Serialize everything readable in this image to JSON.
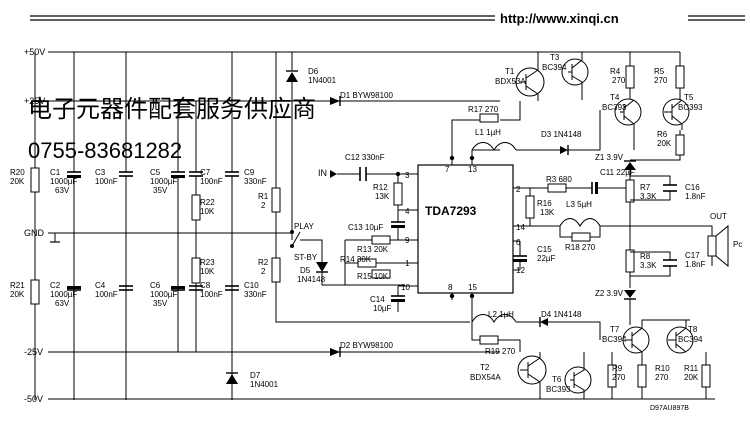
{
  "url_banner": "http://www.xinqi.cn",
  "watermark": {
    "line1": "电子元器件配套服务供应商",
    "line2": "0755-83681282"
  },
  "footer_code": "D97AU897B",
  "rails": {
    "p50": "+50V",
    "p25": "+25V",
    "gnd": "GND",
    "m25": "-25V",
    "m50": "-50V"
  },
  "ic": {
    "name": "TDA7293",
    "pins": [
      "3",
      "4",
      "9",
      "1",
      "10",
      "7",
      "13",
      "2",
      "14",
      "6",
      "12",
      "8",
      "15"
    ]
  },
  "inputs": {
    "in_label": "IN",
    "out_label": "OUT",
    "load_label": "Pc"
  },
  "switch": {
    "play": "PLAY",
    "standby": "ST-BY"
  },
  "components": {
    "R20": [
      "R20",
      "20K"
    ],
    "C1": [
      "C1",
      "1000µF",
      "63V"
    ],
    "C3": [
      "C3",
      "100nF"
    ],
    "C5": [
      "C5",
      "1000µF",
      "35V"
    ],
    "C7": [
      "C7",
      "100nF"
    ],
    "R22": [
      "R22",
      "10K"
    ],
    "C9": [
      "C9",
      "330nF"
    ],
    "R1": [
      "R1",
      "2"
    ],
    "R21": [
      "R21",
      "20K"
    ],
    "C2": [
      "C2",
      "1000µF",
      "63V"
    ],
    "C4": [
      "C4",
      "100nF"
    ],
    "C6": [
      "C6",
      "1000µF",
      "35V"
    ],
    "R23": [
      "R23",
      "10K"
    ],
    "C8": [
      "C8",
      "100nF"
    ],
    "C10": [
      "C10",
      "330nF"
    ],
    "R2": [
      "R2",
      "2"
    ],
    "D6": [
      "D6",
      "1N4001"
    ],
    "D7": [
      "D7",
      "1N4001"
    ],
    "D1": [
      "D1 BYW98100"
    ],
    "D2": [
      "D2 BYW98100"
    ],
    "D3": [
      "D3 1N4148"
    ],
    "D4": [
      "D4 1N4148"
    ],
    "D5": [
      "D5",
      "1N4148"
    ],
    "C12": [
      "C12 330nF"
    ],
    "R12": [
      "R12",
      "13K"
    ],
    "C13": [
      "C13 10µF"
    ],
    "R13": [
      "R13 20K"
    ],
    "R14": [
      "R14 30K"
    ],
    "R15": [
      "R15 10K"
    ],
    "C14": [
      "C14",
      "10µF"
    ],
    "R17": [
      "R17 270"
    ],
    "L1": [
      "L1 1µH"
    ],
    "L2": [
      "L2 1µH"
    ],
    "R19": [
      "R19 270"
    ],
    "R3": [
      "R3 680"
    ],
    "C11": [
      "C11 22µF"
    ],
    "R16": [
      "R16",
      "13K"
    ],
    "L3": [
      "L3 5µH"
    ],
    "R18": [
      "R18 270"
    ],
    "C15": [
      "C15",
      "22µF"
    ],
    "T1": [
      "T1",
      "BDX53A"
    ],
    "T3": [
      "T3",
      "BC394"
    ],
    "T2": [
      "T2",
      "BDX54A"
    ],
    "T6": [
      "T6",
      "BC393"
    ],
    "R4": [
      "R4",
      "270"
    ],
    "R5": [
      "R5",
      "270"
    ],
    "T4": [
      "T4",
      "BC393"
    ],
    "T5": [
      "T5",
      "BC393"
    ],
    "R6": [
      "R6",
      "20K"
    ],
    "Z1": [
      "Z1 3.9V"
    ],
    "R7": [
      "R7",
      "3.3K"
    ],
    "C16": [
      "C16",
      "1.8nF"
    ],
    "R8": [
      "R8",
      "3.3K"
    ],
    "C17": [
      "C17",
      "1.8nF"
    ],
    "Z2": [
      "Z2 3.9V"
    ],
    "T7": [
      "T7",
      "BC394"
    ],
    "T8": [
      "T8",
      "BC394"
    ],
    "R9": [
      "R9",
      "270"
    ],
    "R10": [
      "R10",
      "270"
    ],
    "R11": [
      "R11",
      "20K"
    ]
  }
}
